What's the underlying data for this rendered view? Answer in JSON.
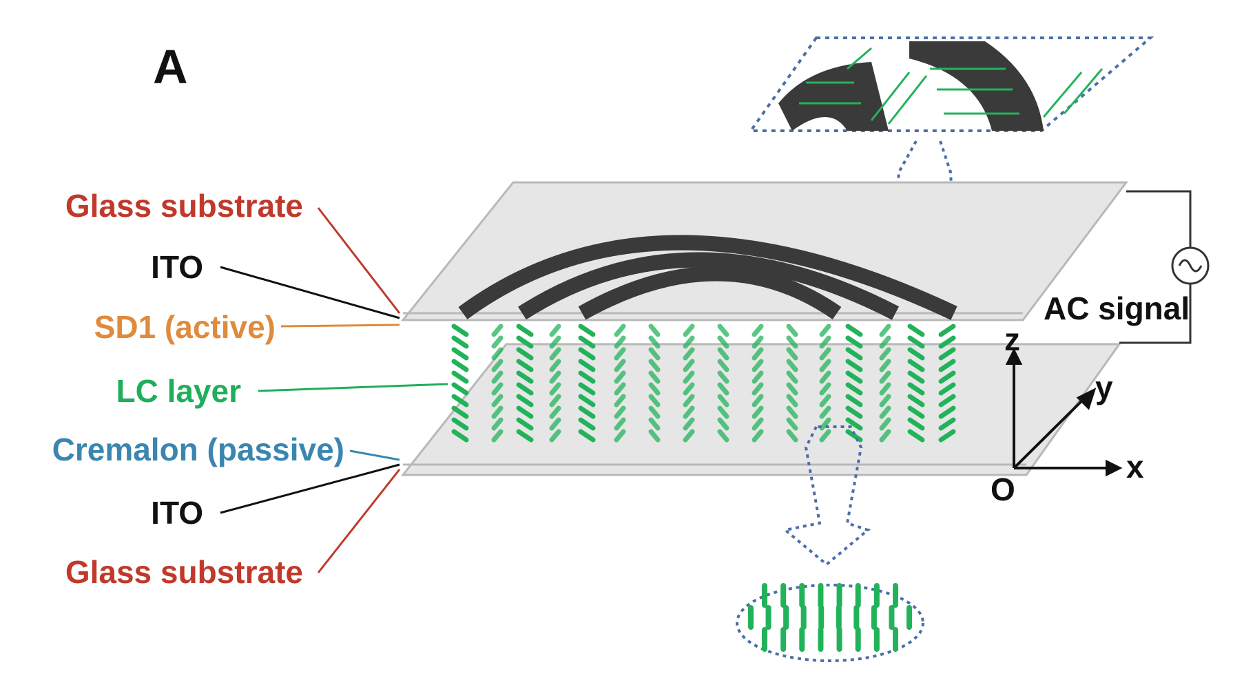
{
  "panel_letter": "A",
  "layers": {
    "glass_top": "Glass substrate",
    "ito_top": "ITO",
    "sd1": "SD1 (active)",
    "lc": "LC layer",
    "cremalon": "Cremalon (passive)",
    "ito_bottom": "ITO",
    "glass_bottom": "Glass substrate"
  },
  "source": {
    "label": "AC signal"
  },
  "axes": {
    "z": "z",
    "y": "y",
    "x": "x",
    "origin": "O"
  },
  "colors": {
    "glass_label": "#c0392b",
    "ito_label": "#111111",
    "sd1_label": "#e08a3c",
    "lc_label": "#1fae5b",
    "cremalon_label": "#3a86b0",
    "lc_molecule": "#22b35a",
    "electrode": "#3a3a3a",
    "glass_fill": "#e6e6e6",
    "dotted_outline": "#4a6fa5"
  }
}
